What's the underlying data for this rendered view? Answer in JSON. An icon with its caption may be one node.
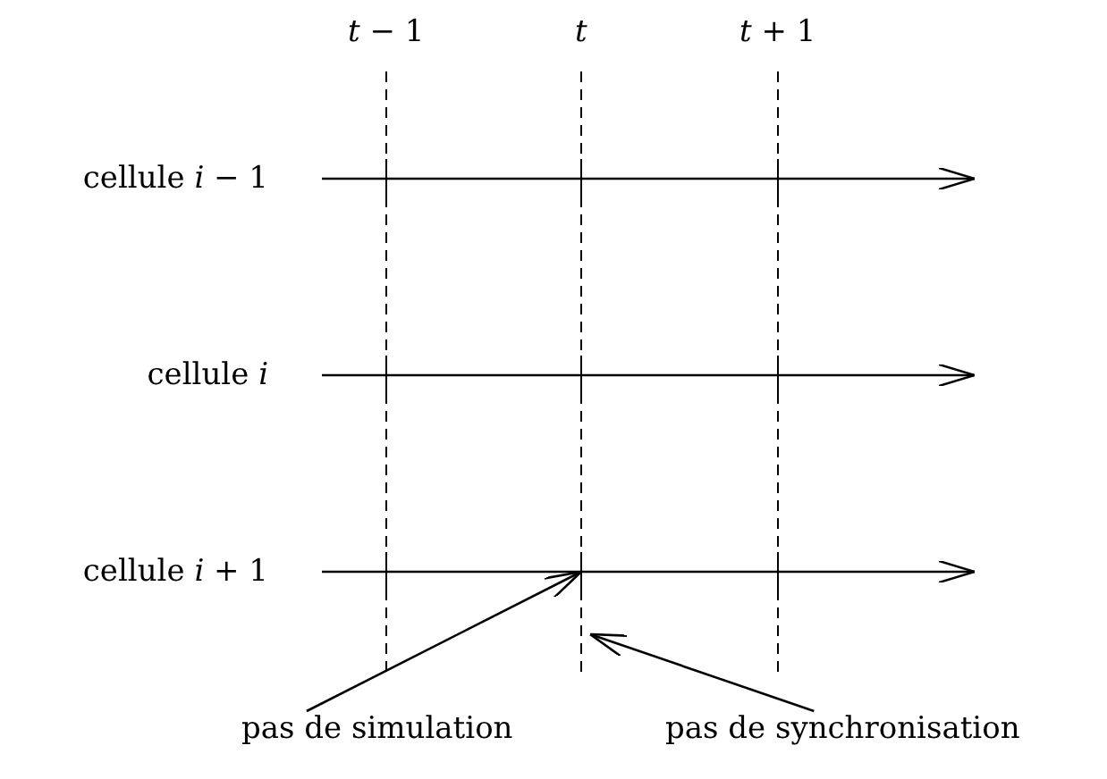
{
  "diagram": {
    "nodes": [
      {
        "text": [
          "cellule *i* − 1"
        ]
      },
      {
        "text": [
          "cellule *i*"
        ]
      },
      {
        "text": [
          "cellule *i* + 1"
        ]
      },
      {
        "text": [
          "pas de simulation"
        ]
      },
      {
        "text": [
          "pas de synchronisation"
        ]
      }
    ],
    "edges": [
      {
        "from": 0,
        "to": null,
        "arrow": "to"
      },
      {
        "from": 1,
        "to": null,
        "arrow": "to"
      },
      {
        "from": 2,
        "to": null,
        "arrow": "to"
      },
      {
        "from": 3,
        "to": null,
        "arrow": "to"
      },
      {
        "from": 4,
        "to": null,
        "arrow": "to"
      }
    ],
    "labels": [
      "*t* − 1",
      "t",
      "*t* + 1"
    ]
  }
}
